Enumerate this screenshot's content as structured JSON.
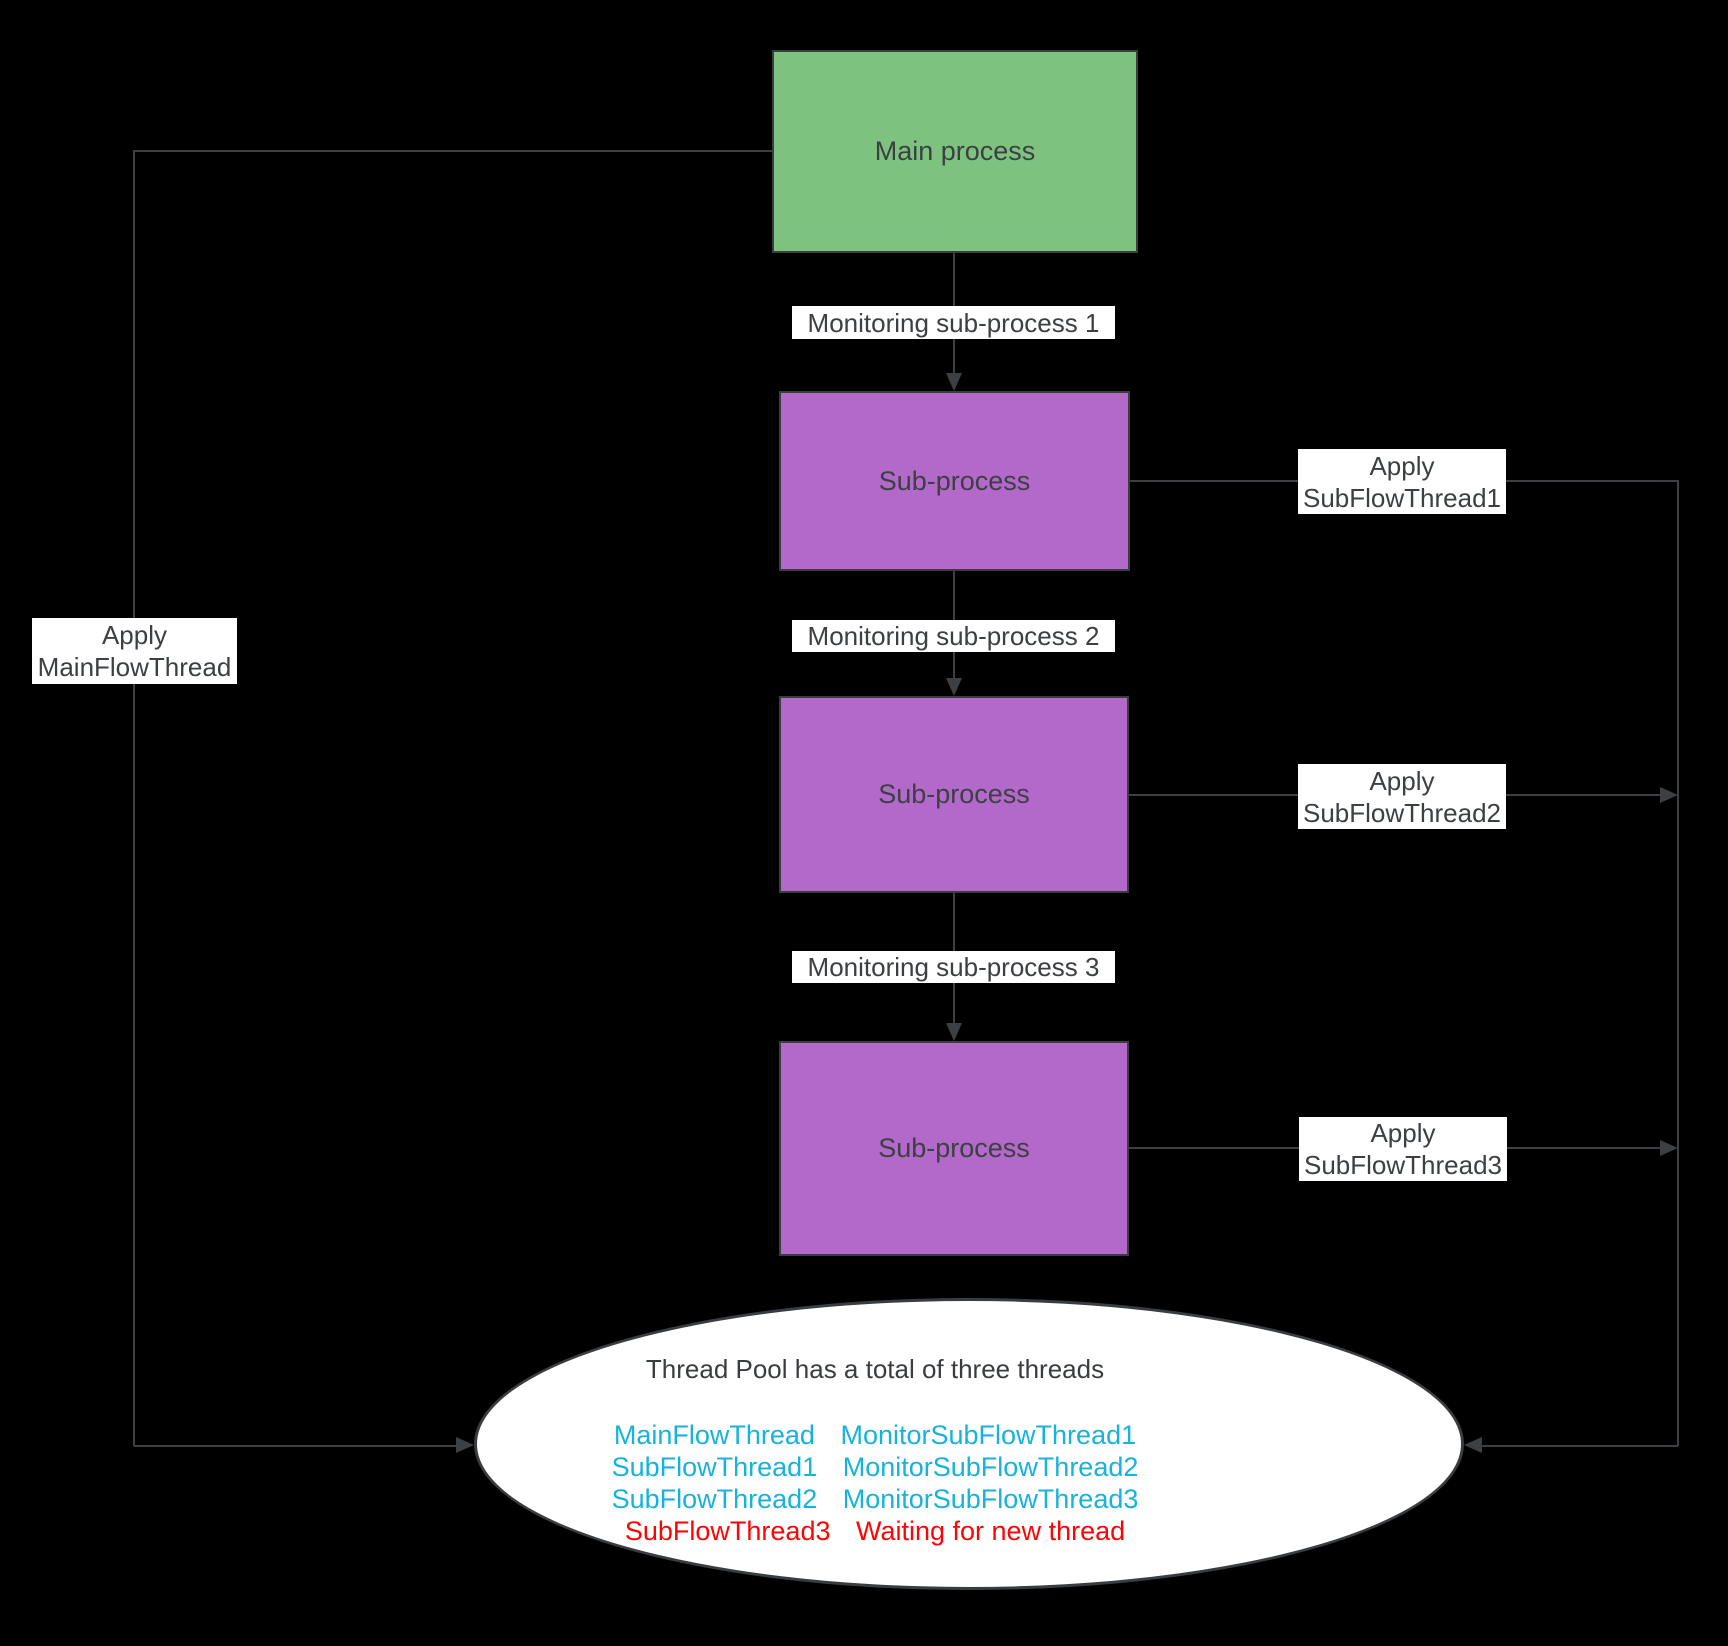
{
  "diagram": {
    "background_color": "#000000",
    "line_color": "#3d4043",
    "label_background": "#ffffff",
    "nodes": {
      "main_process": {
        "label": "Main process",
        "fill": "#7dc37f"
      },
      "sub_process_1": {
        "label": "Sub-process",
        "fill": "#b369c9"
      },
      "sub_process_2": {
        "label": "Sub-process",
        "fill": "#b369c9"
      },
      "sub_process_3": {
        "label": "Sub-process",
        "fill": "#b369c9"
      }
    },
    "edge_labels": {
      "monitoring_1": "Monitoring sub-process 1",
      "monitoring_2": "Monitoring sub-process 2",
      "monitoring_3": "Monitoring sub-process 3",
      "apply_main": {
        "line1": "Apply",
        "line2": "MainFlowThread"
      },
      "apply_sub1": {
        "line1": "Apply",
        "line2": "SubFlowThread1"
      },
      "apply_sub2": {
        "line1": "Apply",
        "line2": "SubFlowThread2"
      },
      "apply_sub3": {
        "line1": "Apply",
        "line2": "SubFlowThread3"
      }
    },
    "thread_pool": {
      "title": "Thread Pool has a total of three threads",
      "active_color": "#17b2dd",
      "waiting_color": "#fe0505",
      "rows": [
        {
          "left": "MainFlowThread",
          "right": "MonitorSubFlowThread1",
          "status": "active"
        },
        {
          "left": "SubFlowThread1",
          "right": "MonitorSubFlowThread2",
          "status": "active"
        },
        {
          "left": "SubFlowThread2",
          "right": "MonitorSubFlowThread3",
          "status": "active"
        },
        {
          "left": "SubFlowThread3",
          "right": "Waiting for new thread",
          "status": "waiting"
        }
      ]
    }
  }
}
